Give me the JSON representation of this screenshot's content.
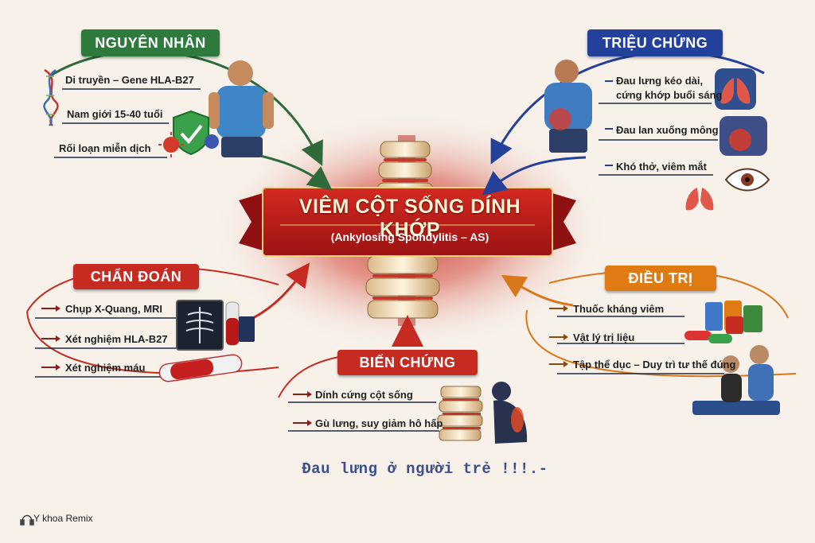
{
  "title": "VIÊM CỘT SỐNG DÍNH KHỚP",
  "subtitle": "(Ankylosing Spondylitis – AS)",
  "sections": {
    "cause": {
      "heading": "NGUYÊN NHÂN",
      "items": [
        "Di truyền – Gene HLA-B27",
        "Nam giới 15-40 tuổi",
        "Rối loạn miễn dịch"
      ]
    },
    "symptoms": {
      "heading": "TRIỆU CHỨNG",
      "items": [
        "Đau lưng kéo dài,",
        "cứng khớp buổi sáng",
        "Đau lan xuống mông",
        "Khó thở, viêm mắt"
      ]
    },
    "diagnosis": {
      "heading": "CHẨN ĐOÁN",
      "items": [
        "Chụp X-Quang, MRI",
        "Xét nghiệm HLA-B27",
        "Xét nghiệm máu"
      ]
    },
    "treatment": {
      "heading": "ĐIỀU TRỊ",
      "items": [
        "Thuốc kháng viêm",
        "Vật lý trị liệu",
        "Tập thể dục – Duy trì tư thế đúng"
      ]
    },
    "complications": {
      "heading": "BIẾN CHỨNG",
      "items": [
        "Dính cứng cột sống",
        "Gù lưng, suy giảm hô hấp"
      ]
    }
  },
  "colors": {
    "cause": "#2e7a3d",
    "symptoms": "#23409a",
    "diagnosis": "#c62b21",
    "treatment": "#e07a12",
    "complications": "#c62b21",
    "banner": "#b51c1c"
  },
  "icons": [
    "dna-icon",
    "shield-check-icon",
    "virus-icon",
    "person-back-icon",
    "lungs-icon",
    "eye-icon",
    "buttock-pain-icon",
    "xray-icon",
    "blood-tube-icon",
    "test-tube-icon",
    "pill-bottles-icon",
    "therapist-icon",
    "spine-icon",
    "hunched-back-icon"
  ],
  "footer": {
    "caption": "Đau lưng ở người trẻ !!!.-",
    "watermark": "Y khoa Remix"
  }
}
